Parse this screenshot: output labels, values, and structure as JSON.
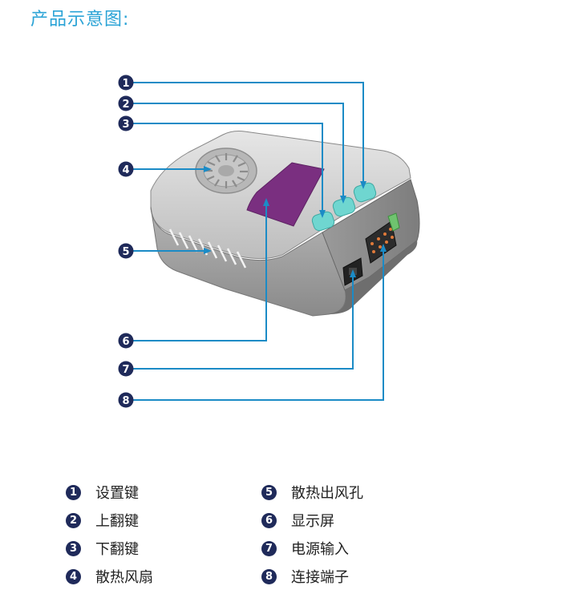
{
  "title": "产品示意图:",
  "callouts": [
    {
      "num": "1",
      "label": "设置键"
    },
    {
      "num": "2",
      "label": "上翻键"
    },
    {
      "num": "3",
      "label": "下翻键"
    },
    {
      "num": "4",
      "label": "散热风扇"
    },
    {
      "num": "5",
      "label": "散热出风孔"
    },
    {
      "num": "6",
      "label": "显示屏"
    },
    {
      "num": "7",
      "label": "电源输入"
    },
    {
      "num": "8",
      "label": "连接端子"
    }
  ],
  "colors": {
    "title": "#2aa3d6",
    "leader_line": "#1b8bc6",
    "badge": "#1f2a5a",
    "display": "#7a2f80",
    "button": "#6fd6d0",
    "body_gray": "#a6a6a6"
  }
}
